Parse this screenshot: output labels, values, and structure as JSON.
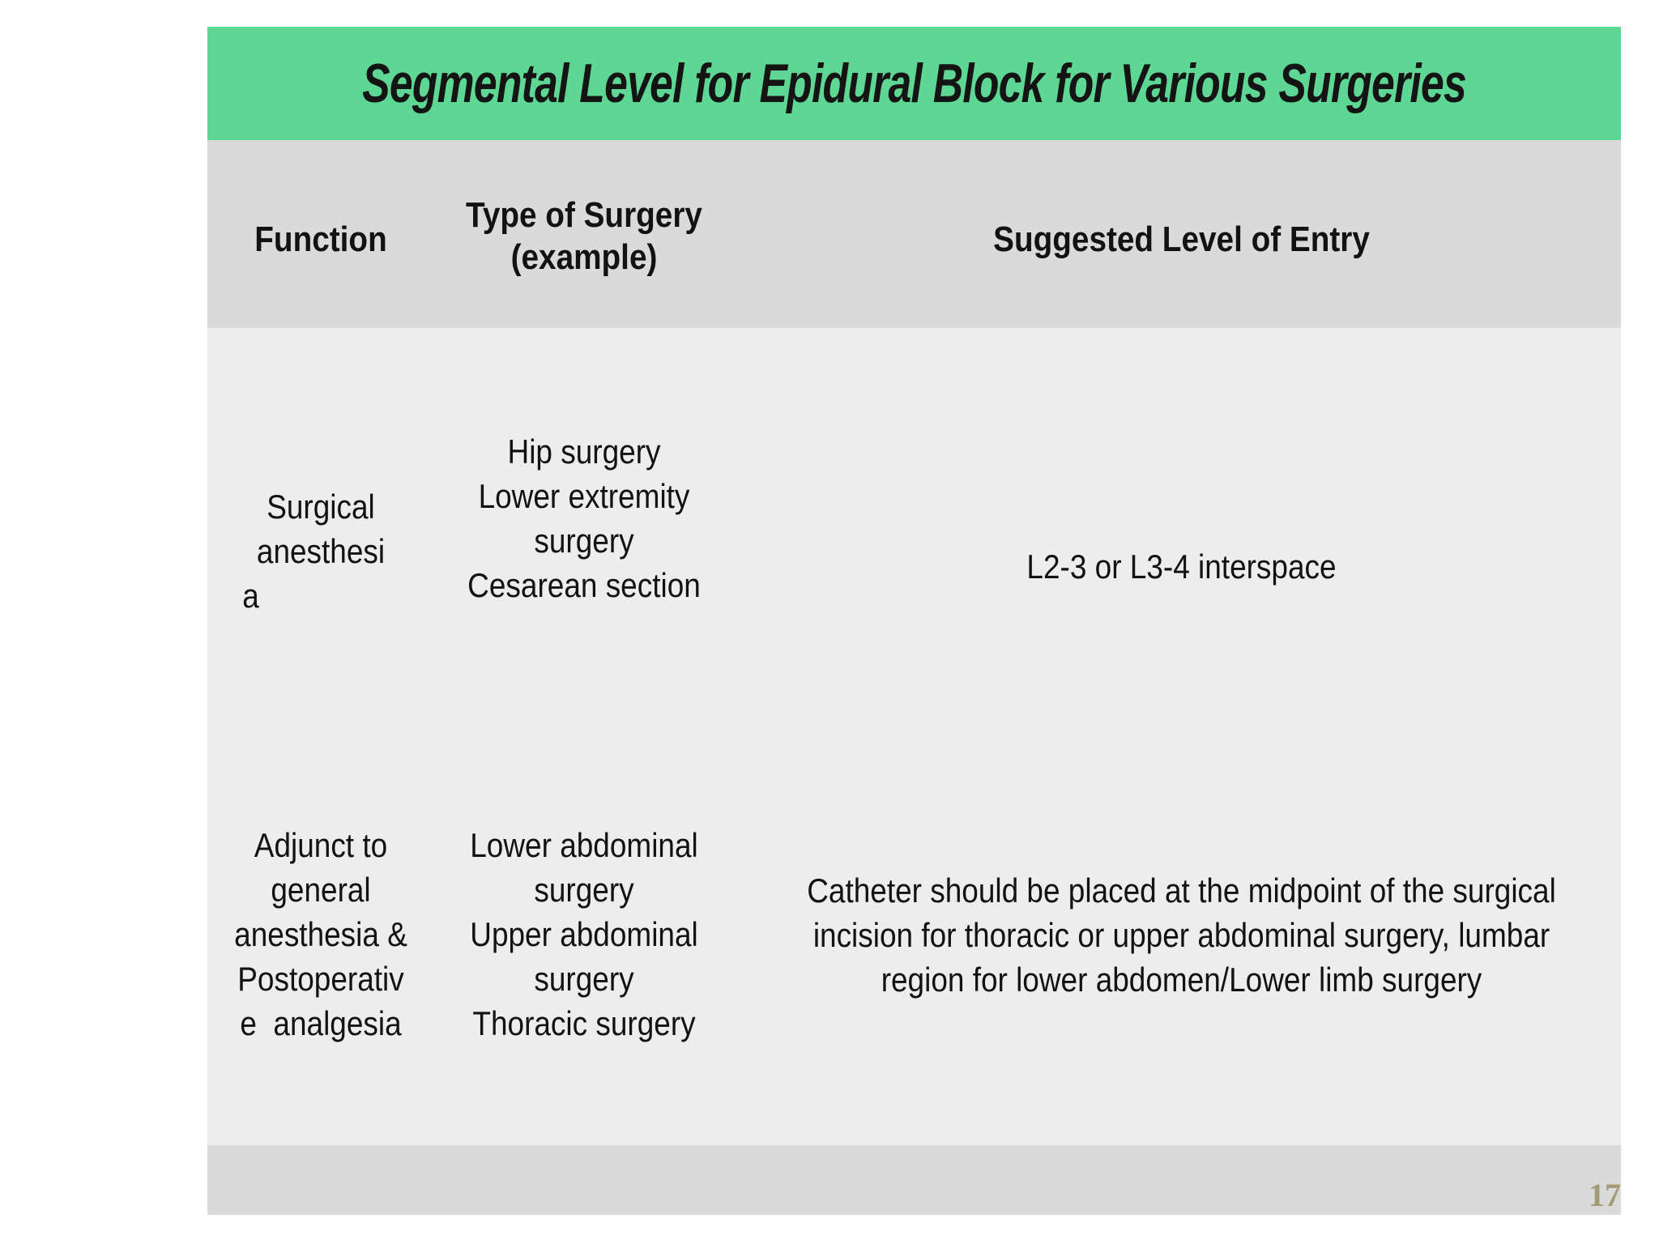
{
  "slide": {
    "title": "Segmental Level for Epidural Block for Various Surgeries",
    "page_number": "17"
  },
  "colors": {
    "title_bg": "#5fd794",
    "header_row_bg": "#dadada",
    "body_bg": "#ededed",
    "footer_bg": "#dadada",
    "page_number": "#a39b76",
    "text": "#121212"
  },
  "table": {
    "headers": {
      "function": "Function",
      "type_of_surgery": [
        "Type of Surgery",
        "(example)"
      ],
      "entry": "Suggested Level of Entry"
    },
    "rows": [
      {
        "function_lines": [
          "Surgical",
          "anesthesi",
          "a"
        ],
        "surgery_lines": [
          "Hip surgery",
          "Lower extremity",
          "surgery",
          "Cesarean section"
        ],
        "entry_lines": [
          "L2-3 or L3-4 interspace"
        ]
      },
      {
        "function_lines": [
          "Adjunct to",
          "general",
          "anesthesia &",
          "Postoperativ",
          "e  analgesia"
        ],
        "surgery_lines": [
          "Lower abdominal",
          "surgery",
          "Upper abdominal",
          "surgery",
          "Thoracic surgery"
        ],
        "entry_lines": [
          "Catheter should be placed at the midpoint of the surgical",
          "incision for thoracic or upper abdominal surgery, lumbar",
          "region for lower abdomen/Lower limb surgery"
        ]
      }
    ]
  }
}
